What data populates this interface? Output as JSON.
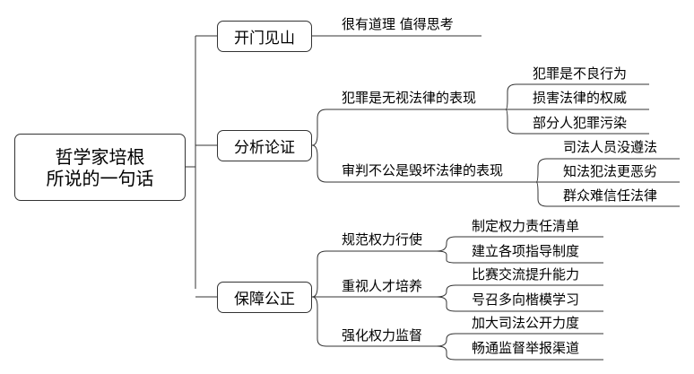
{
  "root": {
    "line1": "哲学家培根",
    "line2": "所说的一句话"
  },
  "branches": [
    {
      "label": "开门见山",
      "note": "很有道理  值得思考"
    },
    {
      "label": "分析论证",
      "subs": [
        {
          "label": "犯罪是无视法律的表现",
          "leaves": [
            "犯罪是不良行为",
            "损害法律的权威",
            "部分人犯罪污染"
          ]
        },
        {
          "label": "审判不公是毁坏法律的表现",
          "leaves": [
            "司法人员没遵法",
            "知法犯法更恶劣",
            "群众难信任法律"
          ]
        }
      ]
    },
    {
      "label": "保障公正",
      "subs": [
        {
          "label": "规范权力行使",
          "leaves": [
            "制定权力责任清单",
            "建立各项指导制度"
          ]
        },
        {
          "label": "重视人才培养",
          "leaves": [
            "比赛交流提升能力",
            "号召多向楷模学习"
          ]
        },
        {
          "label": "强化权力监督",
          "leaves": [
            "加大司法公开力度",
            "畅通监督举报渠道"
          ]
        }
      ]
    }
  ]
}
